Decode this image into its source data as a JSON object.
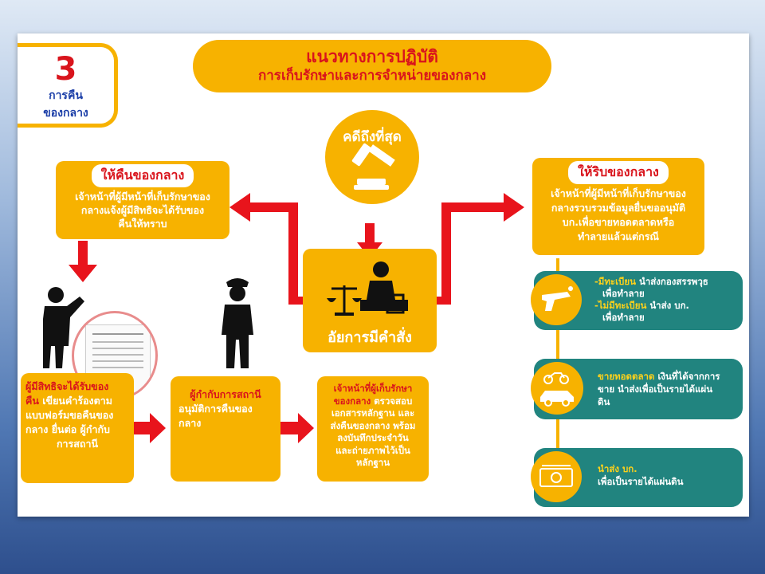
{
  "step": {
    "number": "3",
    "line1": "การคืน",
    "line2": "ของกลาง"
  },
  "header": {
    "title": "แนวทางการปฏิบัติ",
    "subtitle": "การเก็บรักษาและการจำหน่ายของกลาง"
  },
  "final_case": {
    "label": "คดีถึงที่สุด"
  },
  "prosecutor": {
    "label": "อัยการมีคำสั่ง"
  },
  "return_box": {
    "title": "ให้คืนของกลาง",
    "text_lines": [
      "เจ้าหน้าที่ผู้มีหน้าที่เก็บรักษาของ",
      "กลางแจ้งผู้มีสิทธิจะได้รับของ",
      "คืนให้ทราบ"
    ]
  },
  "seize_box": {
    "title": "ให้ริบของกลาง",
    "text_lines": [
      "เจ้าหน้าที่ผู้มีหน้าที่เก็บรักษาของ",
      "กลางรวบรวมข้อมูลยื่นขออนุมัติ",
      "บก.เพื่อขายทอดตลาดหรือ",
      "ทำลายแล้วแต่กรณี"
    ]
  },
  "claimant_box": {
    "highlight": "ผู้มีสิทธิจะได้รับของ",
    "highlight2": "คืน",
    "text_rest": " เขียนคำร้องตาม",
    "text_lines": [
      "แบบฟอร์มขอคืนของ",
      "กลาง ยื่นต่อ ผู้กำกับ",
      "การสถานี"
    ]
  },
  "chief_box": {
    "text_lines": [
      "ผู้กำกับการสถานี",
      "อนุมัติการคืนของ",
      "กลาง"
    ]
  },
  "officer_box": {
    "highlight_lines": [
      "เจ้าหน้าที่ผู้เก็บรักษา",
      "ของกลาง"
    ],
    "highlight_tail": " ตรวจสอบ",
    "text_lines": [
      "เอกสารหลักฐาน และ",
      "ส่งคืนของกลาง พร้อม",
      "ลงบันทึกประจำวัน",
      "และถ่ายภาพไว้เป็น",
      "หลักฐาน"
    ]
  },
  "gun_box": {
    "reg_label": "-มีทะเบียน",
    "reg_text": " นำส่งกองสรรพวุธ",
    "reg_text2": "เพื่อทำลาย",
    "unreg_label": "-ไม่มีทะเบียน",
    "unreg_text": " นำส่ง บก.",
    "unreg_text2": "เพื่อทำลาย"
  },
  "vehicle_box": {
    "label": "ขายทอดตลาด",
    "text1": " เงินที่ได้จากการ",
    "text2": "ขาย นำส่งเพื่อเป็นรายได้แผ่น",
    "text3": "ดิน"
  },
  "money_box": {
    "label": "นำส่ง บก.",
    "text": "เพื่อเป็นรายได้แผ่นดิน"
  },
  "colors": {
    "yellow": "#f7b200",
    "teal": "#21847f",
    "red": "#e8141c",
    "blue": "#1c3fa8"
  }
}
